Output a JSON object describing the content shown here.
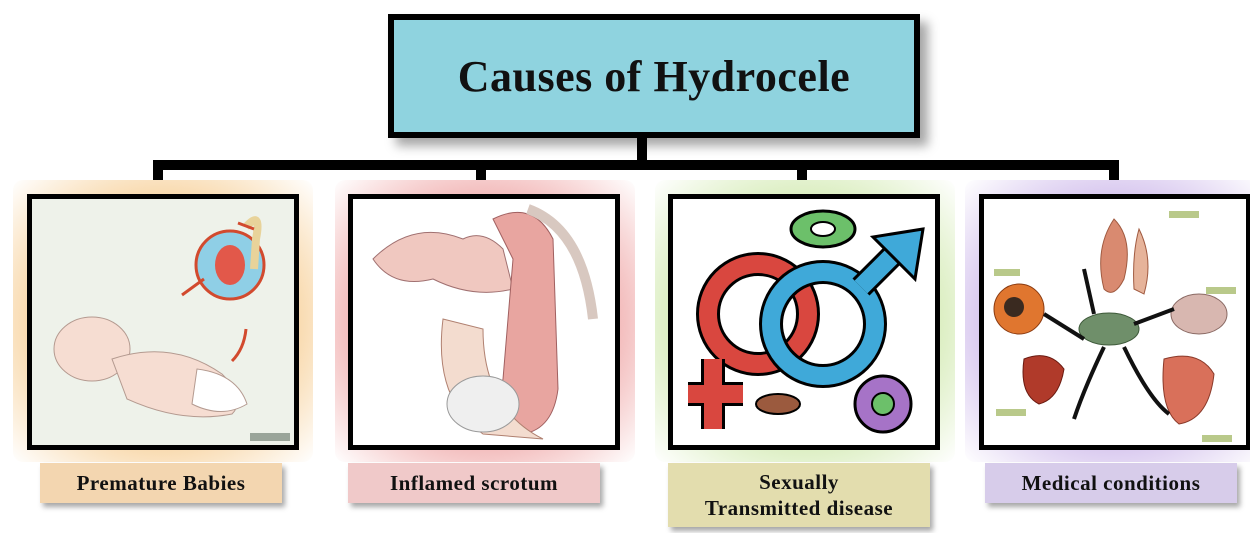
{
  "title": "Causes of Hydrocele",
  "causes": [
    {
      "label": "Premature Babies",
      "glow": "#f8d7a8",
      "label_bg": "#f3d6b0"
    },
    {
      "label": "Inflamed scrotum",
      "glow": "#f2b7b7",
      "label_bg": "#f0c9c9"
    },
    {
      "label_line1": "Sexually",
      "label_line2": "Transmitted disease",
      "glow": "#d9edbd",
      "label_bg": "#e3ddae"
    },
    {
      "label": "Medical conditions",
      "glow": "#d6c5ee",
      "label_bg": "#d7ccea"
    }
  ],
  "colors": {
    "title_bg": "#8fd3df",
    "connector": "#000000"
  }
}
